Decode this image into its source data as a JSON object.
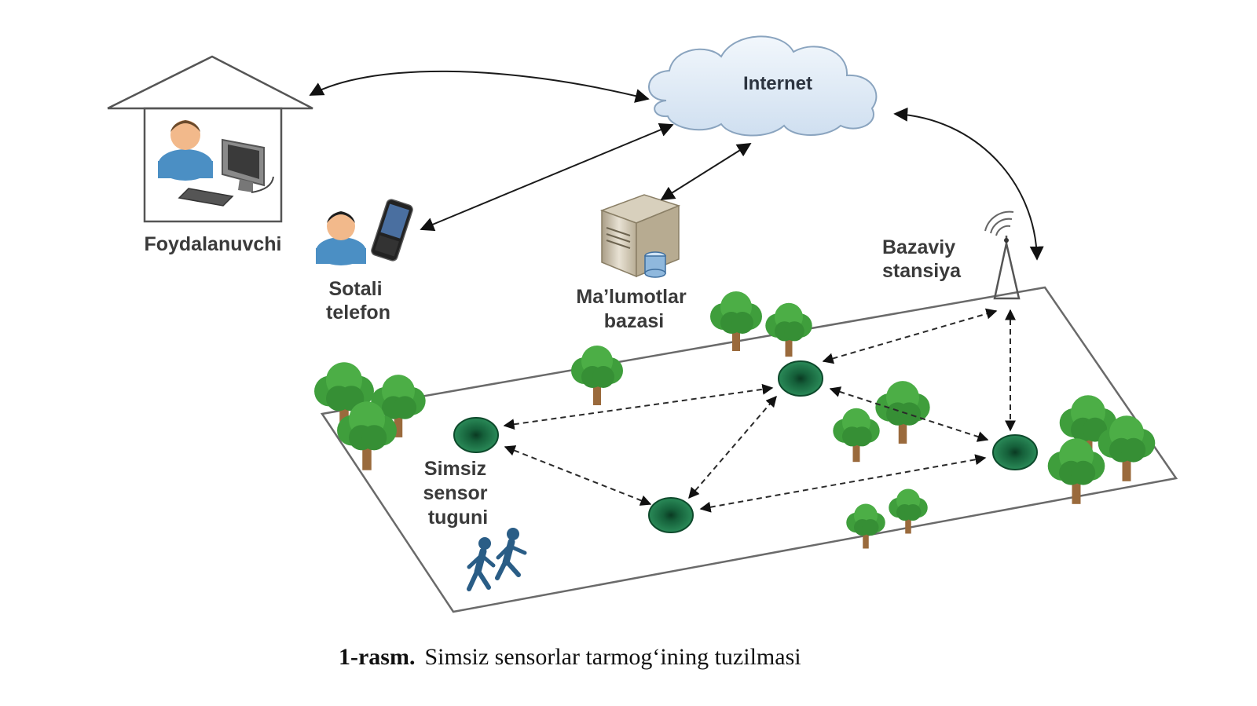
{
  "nodes": {
    "internet": "Internet",
    "user": "Foydalanuvchi",
    "phone": [
      "Sotali",
      "telefon"
    ],
    "database": [
      "Ma’lumotlar",
      "bazasi"
    ],
    "base_station": [
      "Bazaviy",
      "stansiya"
    ],
    "sensor_node": [
      "Simsiz",
      "sensor",
      "tuguni"
    ]
  },
  "caption": {
    "number": "1-rasm.",
    "text": "Simsiz sensorlar tarmog‘ining tuzilmasi"
  },
  "colors": {
    "cloud": "#dfeaf6",
    "sensor": "#1e7a4c",
    "tree_canopy": "#3f9e3c",
    "tree_trunk": "#9a6a3c",
    "person_icon": "#2e73a8",
    "walkers": "#2a5d86"
  },
  "icons": [
    "house-icon",
    "user-icon",
    "monitor-icon",
    "keyboard-icon",
    "phone-icon",
    "server-icon",
    "antenna-icon",
    "tree-icon",
    "walking-people-icon",
    "cloud-icon"
  ]
}
